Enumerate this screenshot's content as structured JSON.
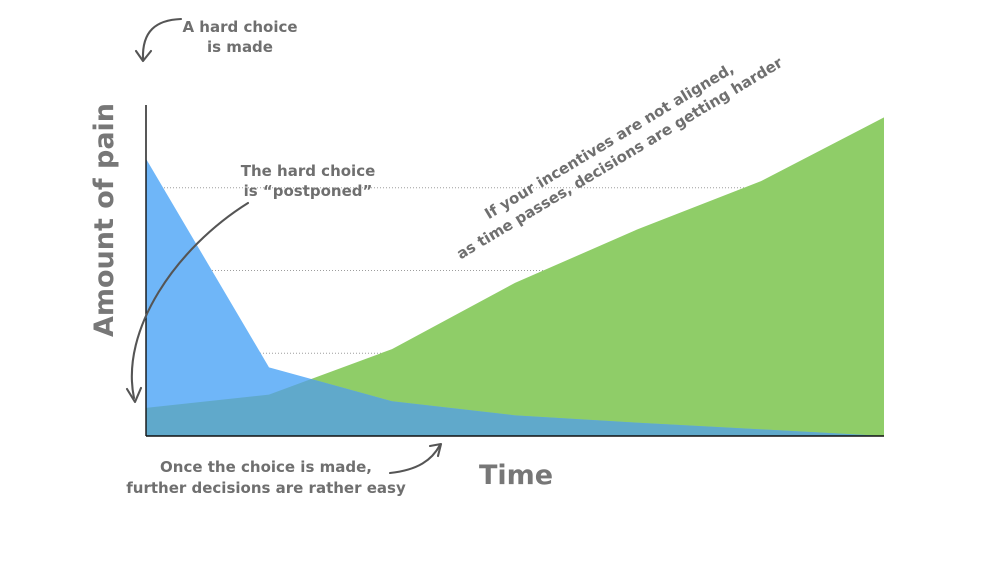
{
  "chart_data": {
    "type": "area",
    "title": "",
    "xlabel": "Time",
    "ylabel": "Amount of pain",
    "x": [
      0,
      1,
      2,
      3,
      4,
      5,
      6
    ],
    "xlim": [
      0,
      6
    ],
    "ylim": [
      0,
      4
    ],
    "grid": true,
    "legend": "none",
    "series": [
      {
        "values": [
          3.35,
          0.83,
          0.42,
          0.25,
          0.16,
          0.08,
          0.0
        ],
        "color": "#6fb6f8"
      },
      {
        "values": [
          0.34,
          0.5,
          1.05,
          1.85,
          2.5,
          3.08,
          3.85
        ],
        "color": "#8fcd68"
      }
    ],
    "overlap_color": "#60a9cb",
    "annotations": {
      "hard_choice_made": [
        "A hard choice",
        "is made"
      ],
      "hard_choice_postponed": [
        "The hard choice",
        "is “postponed”"
      ],
      "incentives": [
        "If your incentives are not aligned,",
        "as time passes, decisions are getting harder"
      ],
      "choice_made": [
        "Once the choice is made,",
        "further decisions are rather easy"
      ]
    }
  }
}
